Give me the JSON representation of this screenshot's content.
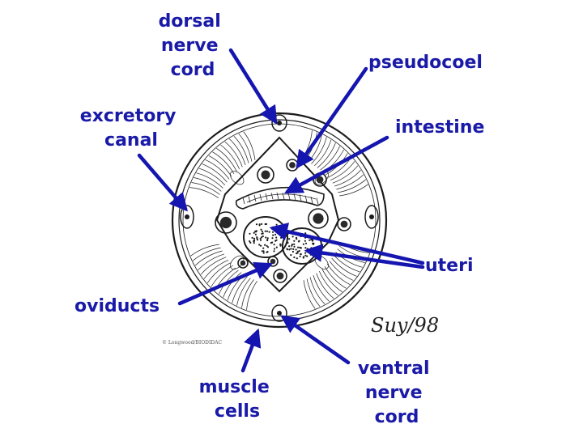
{
  "labels": {
    "dorsal_nerve_cord": [
      "dorsal",
      "nerve",
      "cord"
    ],
    "pseudocoel": "pseudocoel",
    "excretory_canal": [
      "excretory",
      "canal"
    ],
    "intestine": "intestine",
    "uteri": "uteri",
    "oviducts": "oviducts",
    "muscle_cells": [
      "muscle",
      "cells"
    ],
    "ventral_nerve_cord": [
      "ventral",
      "nerve",
      "cord"
    ]
  },
  "drawing": {
    "signature": "Suy/98",
    "credit": "© Longwood/BIODIDAC"
  },
  "colors": {
    "label": "#1a1aa8",
    "arrow": "#1515b0",
    "ink": "#1c1c1c"
  }
}
